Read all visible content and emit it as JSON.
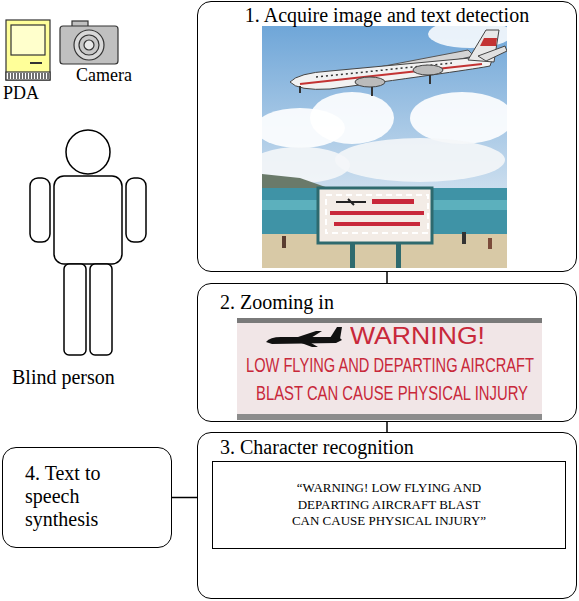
{
  "diagram": {
    "nodes": [
      {
        "text": [
          "1. Acquire image and text detection"
        ]
      },
      {
        "text": [
          "2. Zooming in"
        ]
      },
      {
        "text": [
          "3. Character recognition"
        ]
      },
      {
        "text": [
          "“WARNING! LOW FLYING AND DEPARTING AIRCRAFT BLAST CAN CAUSE PHYSICAL INJURY”"
        ],
        "in": 2
      },
      {
        "text": [
          "4. Text to speech synthesis"
        ]
      }
    ],
    "edges": [
      {
        "from": 0,
        "to": 1,
        "arrow": "none"
      },
      {
        "from": 1,
        "to": 2,
        "arrow": "none"
      },
      {
        "from": 4,
        "to": 2,
        "arrow": "none"
      }
    ],
    "labels": [
      "PDA",
      "Camera",
      "Blind person",
      "WARNING!",
      "LOW FLYING AND DEPARTING AIRCRAFT",
      "BLAST CAN CAUSE PHYSICAL INJURY"
    ]
  }
}
